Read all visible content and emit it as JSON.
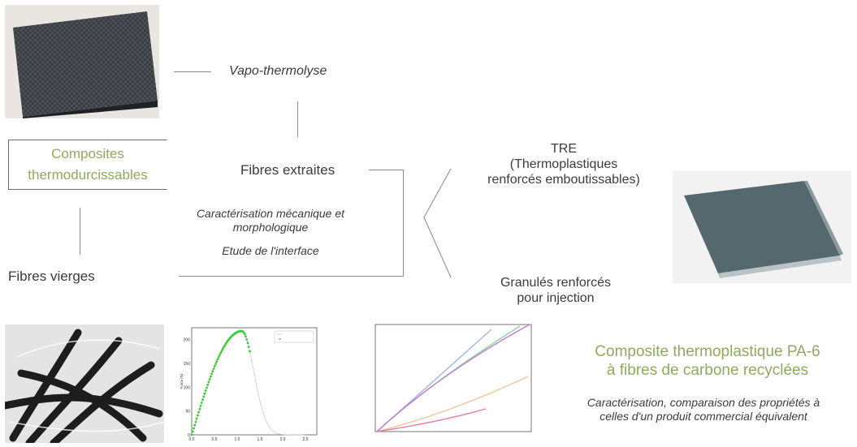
{
  "vapo": "Vapo-thermolyse",
  "composites": [
    "Composites",
    "thermodurcissables"
  ],
  "fibres_extraites": "Fibres extraites",
  "caracterisation": [
    "Caractérisation mécanique et",
    "morphologique"
  ],
  "etude": "Etude de l'interface",
  "fibres_vierges": "Fibres vierges",
  "tre": [
    "TRE",
    "(Thermoplastiques",
    "renforcés emboutissables)"
  ],
  "granules": [
    "Granulés renforcés",
    "pour injection"
  ],
  "composite_pa6": [
    "Composite thermoplastique PA-6",
    "à fibres de carbone recyclées"
  ],
  "caract_comparaison": [
    "Caractérisation, comparaison des propriétés à",
    "celles d'un produit commercial équivalent"
  ],
  "colors": {
    "accent_green": "#8faa5c",
    "line": "#8a8a8a"
  },
  "chart_data": [
    {
      "type": "scatter",
      "ylabel": "Force (N)",
      "xlim": [
        0.0,
        2.75
      ],
      "ylim": [
        0,
        225
      ],
      "xticks": [
        "0.0",
        "0.5",
        "1.0",
        "1.5",
        "2.0",
        "2.5"
      ],
      "yticks": [
        "0",
        "50",
        "100",
        "150",
        "200"
      ],
      "series": [
        {
          "name": "",
          "kind": "line",
          "color": "#c8c8c8"
        },
        {
          "name": "",
          "kind": "scatter",
          "color": "#33cc33"
        }
      ],
      "peak": {
        "x": 1.1,
        "y": 218
      }
    },
    {
      "type": "line",
      "series": [
        {
          "color": "#9fb3e8"
        },
        {
          "color": "#f0c49a"
        },
        {
          "color": "#86d496"
        },
        {
          "color": "#e67aa8"
        },
        {
          "color": "#c47ad8"
        }
      ]
    }
  ]
}
